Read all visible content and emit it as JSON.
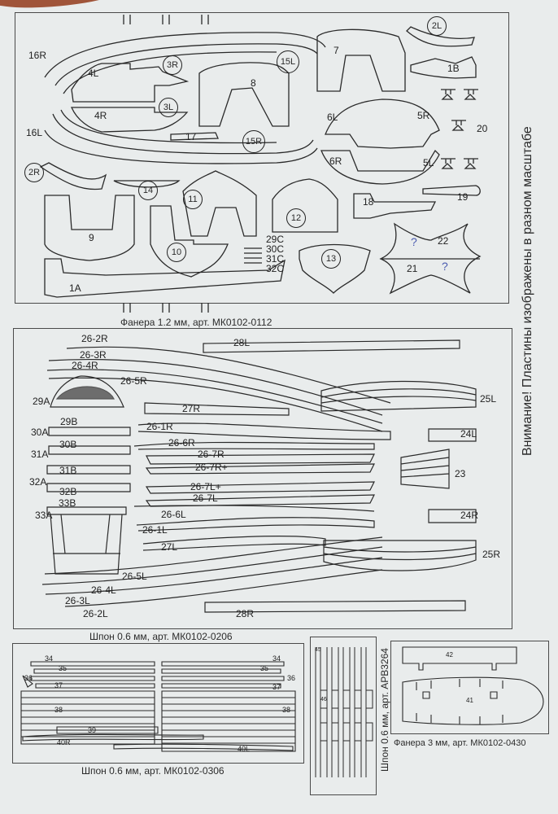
{
  "warning": "Внимание! Пластины изображены в разном масштабе",
  "sheets": [
    {
      "id": "sheet1",
      "caption": "Фанера 1.2 мм, арт. МК0102-0112",
      "parts": [
        "16R",
        "16L",
        "4L",
        "4R",
        "3R",
        "3L",
        "8",
        "17",
        "15R",
        "15L",
        "7",
        "2L",
        "1B",
        "6L",
        "5R",
        "6R",
        "5L",
        "20",
        "2R",
        "14",
        "11",
        "9",
        "10",
        "1A",
        "12",
        "13",
        "18",
        "19",
        "22",
        "21",
        "29C",
        "30C",
        "31C",
        "32C"
      ],
      "annotations": [
        "?",
        "?"
      ]
    },
    {
      "id": "sheet2",
      "caption": "Шпон 0.6 мм, арт. МК0102-0206",
      "parts": [
        "26-2R",
        "26-3R",
        "26-4R",
        "26-5R",
        "28L",
        "29A",
        "29B",
        "27R",
        "30A",
        "30B",
        "26-1R",
        "26-6R",
        "31A",
        "26-7R",
        "26-7R+",
        "31B",
        "32A",
        "26-7L+",
        "32B",
        "26-7L",
        "33B",
        "33A",
        "26-6L",
        "26-1L",
        "27L",
        "26-5L",
        "26-4L",
        "26-3L",
        "26-2L",
        "28R",
        "25L",
        "24L",
        "23",
        "24R",
        "25R"
      ]
    },
    {
      "id": "sheet3",
      "caption": "Шпон 0.6 мм, арт. МК0102-0306",
      "parts": [
        "34",
        "35",
        "36",
        "37",
        "38",
        "39",
        "40R",
        "40L",
        "34",
        "35",
        "36",
        "37",
        "38"
      ]
    },
    {
      "id": "sheet4",
      "caption": "Шпон 0.6 мм, арт. АРВ3264",
      "parts": [
        "45",
        "46"
      ]
    },
    {
      "id": "sheet5",
      "caption": "Фанера 3 мм, арт. МК0102-0430",
      "parts": [
        "42",
        "41"
      ]
    }
  ]
}
